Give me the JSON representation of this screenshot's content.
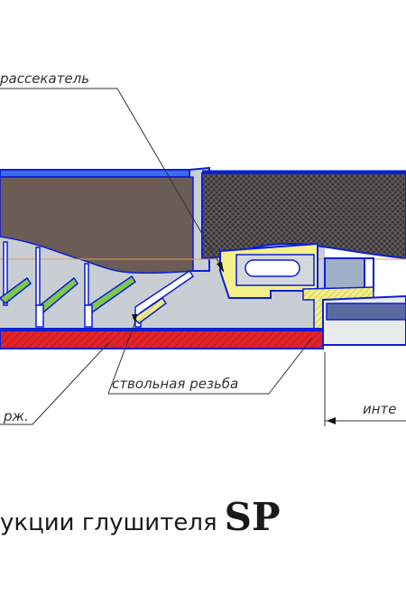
{
  "labels": {
    "deflector": "рассекатель",
    "barrel_thread": "ствольная резьба",
    "left_partial": "рж.",
    "right_partial": "инте"
  },
  "caption": {
    "text": "укции глушителя",
    "brand": "SP"
  },
  "colors": {
    "outline": "#0b1fd6",
    "barrel_red": "#e0222a",
    "baffle_green": "#7ec84a",
    "deflector_yellow": "#f5f08a",
    "core_brown": "#6b5d55",
    "mesh_dark": "#3d3a3a",
    "gas_space": "#c9ced4",
    "axis_orange": "#f0a050"
  }
}
